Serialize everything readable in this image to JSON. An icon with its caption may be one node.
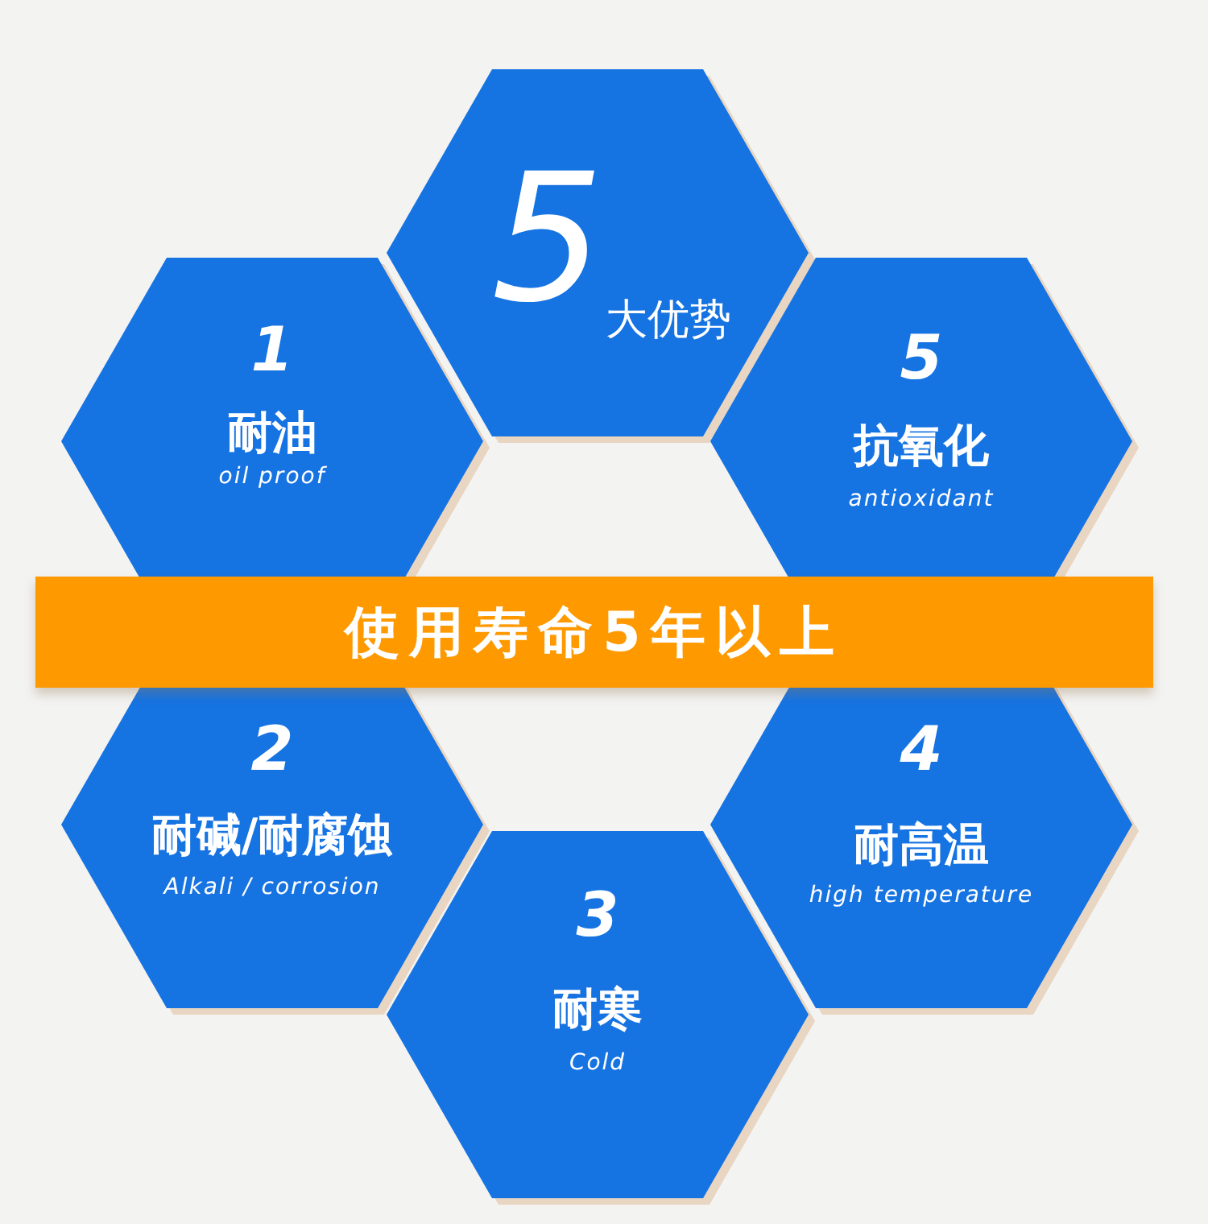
{
  "diagram": {
    "nodes": [
      {
        "text": [
          "5",
          "大优势"
        ]
      },
      {
        "text": [
          "1",
          "耐油",
          "oil proof"
        ]
      },
      {
        "text": [
          "5",
          "抗氧化",
          "antioxidant"
        ]
      },
      {
        "text": [
          "使用寿命5年以上"
        ]
      },
      {
        "text": [
          "2",
          "耐碱/耐腐蚀",
          "Alkali / corrosion"
        ]
      },
      {
        "text": [
          "4",
          "耐高温",
          "high temperature"
        ]
      },
      {
        "text": [
          "3",
          "耐寒",
          "Cold"
        ]
      }
    ]
  }
}
